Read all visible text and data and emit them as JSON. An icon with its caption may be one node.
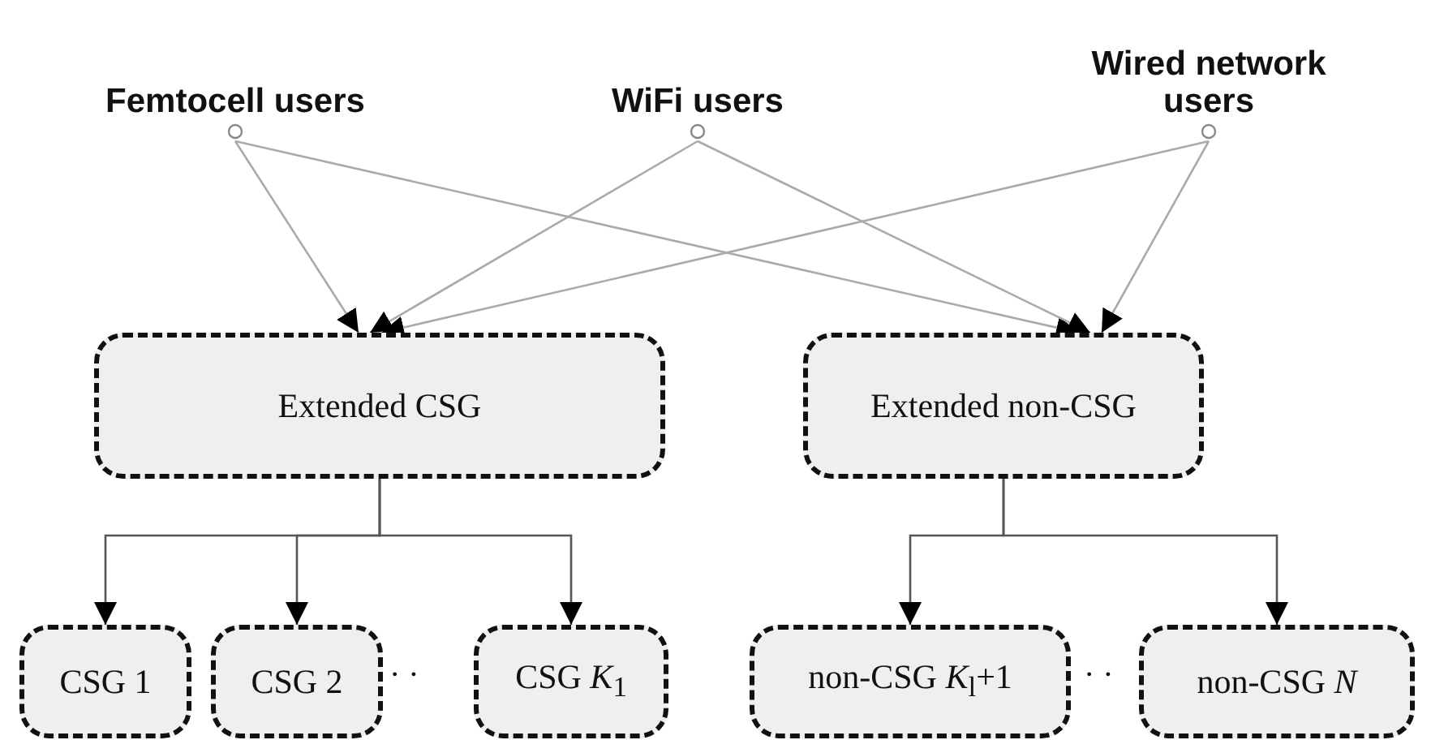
{
  "diagram": {
    "nodes": [
      {
        "text": [
          "Femtocell users"
        ]
      },
      {
        "text": [
          "WiFi users"
        ]
      },
      {
        "text": [
          "Wired network users"
        ]
      },
      {
        "text": [
          "Extended CSG"
        ]
      },
      {
        "text": [
          "Extended non-CSG"
        ]
      },
      {
        "text": [
          "CSG 1"
        ]
      },
      {
        "text": [
          "CSG 2"
        ]
      },
      {
        "text": [
          "CSG *K*$_{1}$"
        ]
      },
      {
        "text": [
          "non-CSG *K*$_{l}$+1"
        ]
      },
      {
        "text": [
          "non-CSG *N*"
        ]
      }
    ],
    "edges": [
      {
        "from": 0,
        "to": 3,
        "arrow": "to"
      },
      {
        "from": 0,
        "to": 4,
        "arrow": "to"
      },
      {
        "from": 1,
        "to": 3,
        "arrow": "to"
      },
      {
        "from": 1,
        "to": 4,
        "arrow": "to"
      },
      {
        "from": 2,
        "to": 3,
        "arrow": "to"
      },
      {
        "from": 2,
        "to": 4,
        "arrow": "to"
      },
      {
        "from": 3,
        "to": 5,
        "arrow": "to"
      },
      {
        "from": 3,
        "to": 6,
        "arrow": "to"
      },
      {
        "from": 3,
        "to": 7,
        "arrow": "to"
      },
      {
        "from": 4,
        "to": 8,
        "arrow": "to"
      },
      {
        "from": 4,
        "to": 9,
        "arrow": "to"
      }
    ],
    "labels": [
      "· ·",
      "· ·"
    ]
  }
}
